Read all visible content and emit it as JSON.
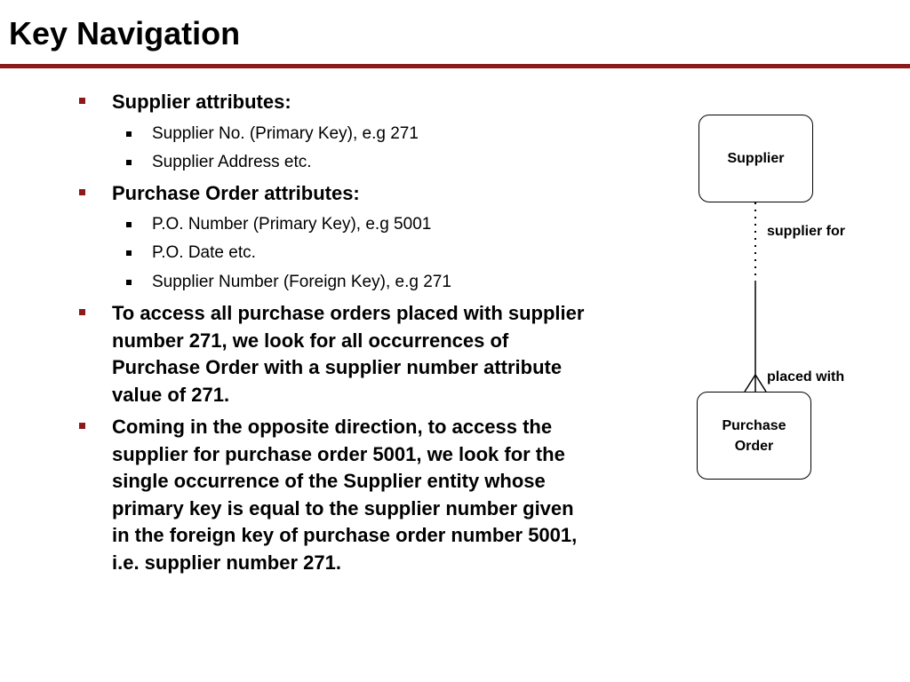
{
  "slide": {
    "title": "Key Navigation",
    "accent_color": "#8b1a1a"
  },
  "bullets": [
    {
      "text": "Supplier attributes:",
      "sub": [
        "Supplier No. (Primary Key), e.g 271",
        "Supplier Address etc."
      ]
    },
    {
      "text": "Purchase Order attributes:",
      "sub": [
        "P.O. Number (Primary Key), e.g 5001",
        "P.O. Date etc.",
        "Supplier Number (Foreign Key), e.g 271"
      ]
    },
    {
      "text": "To access all purchase orders placed with supplier number 271, we look for all occurrences of Purchase Order with a supplier number attribute value of 271."
    },
    {
      "text": "Coming in the opposite direction, to access the supplier for purchase order 5001, we look for the single occurrence of the Supplier entity whose primary key is equal to the supplier number given in the foreign key of purchase order number 5001, i.e. supplier number 271."
    }
  ],
  "diagram": {
    "supplier_entity": "Supplier",
    "purchase_order_entity_line1": "Purchase",
    "purchase_order_entity_line2": "Order",
    "relation_top_label": "supplier for",
    "relation_bottom_label": "placed with"
  }
}
